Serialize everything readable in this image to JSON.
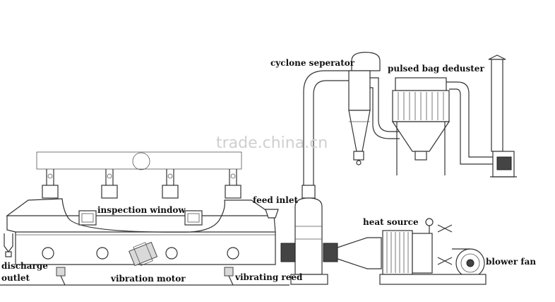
{
  "labels": {
    "cyclone": "cyclone seperator",
    "bag": "pulsed bag deduster",
    "feed": "feed inlet",
    "inspection": "inspection window",
    "heat": "heat source",
    "blower": "blower fan",
    "discharge_1": "discharge",
    "discharge_2": "outlet",
    "motor": "vibration motor",
    "reed": "vibrating reed"
  },
  "watermark": "trade.china.cn"
}
